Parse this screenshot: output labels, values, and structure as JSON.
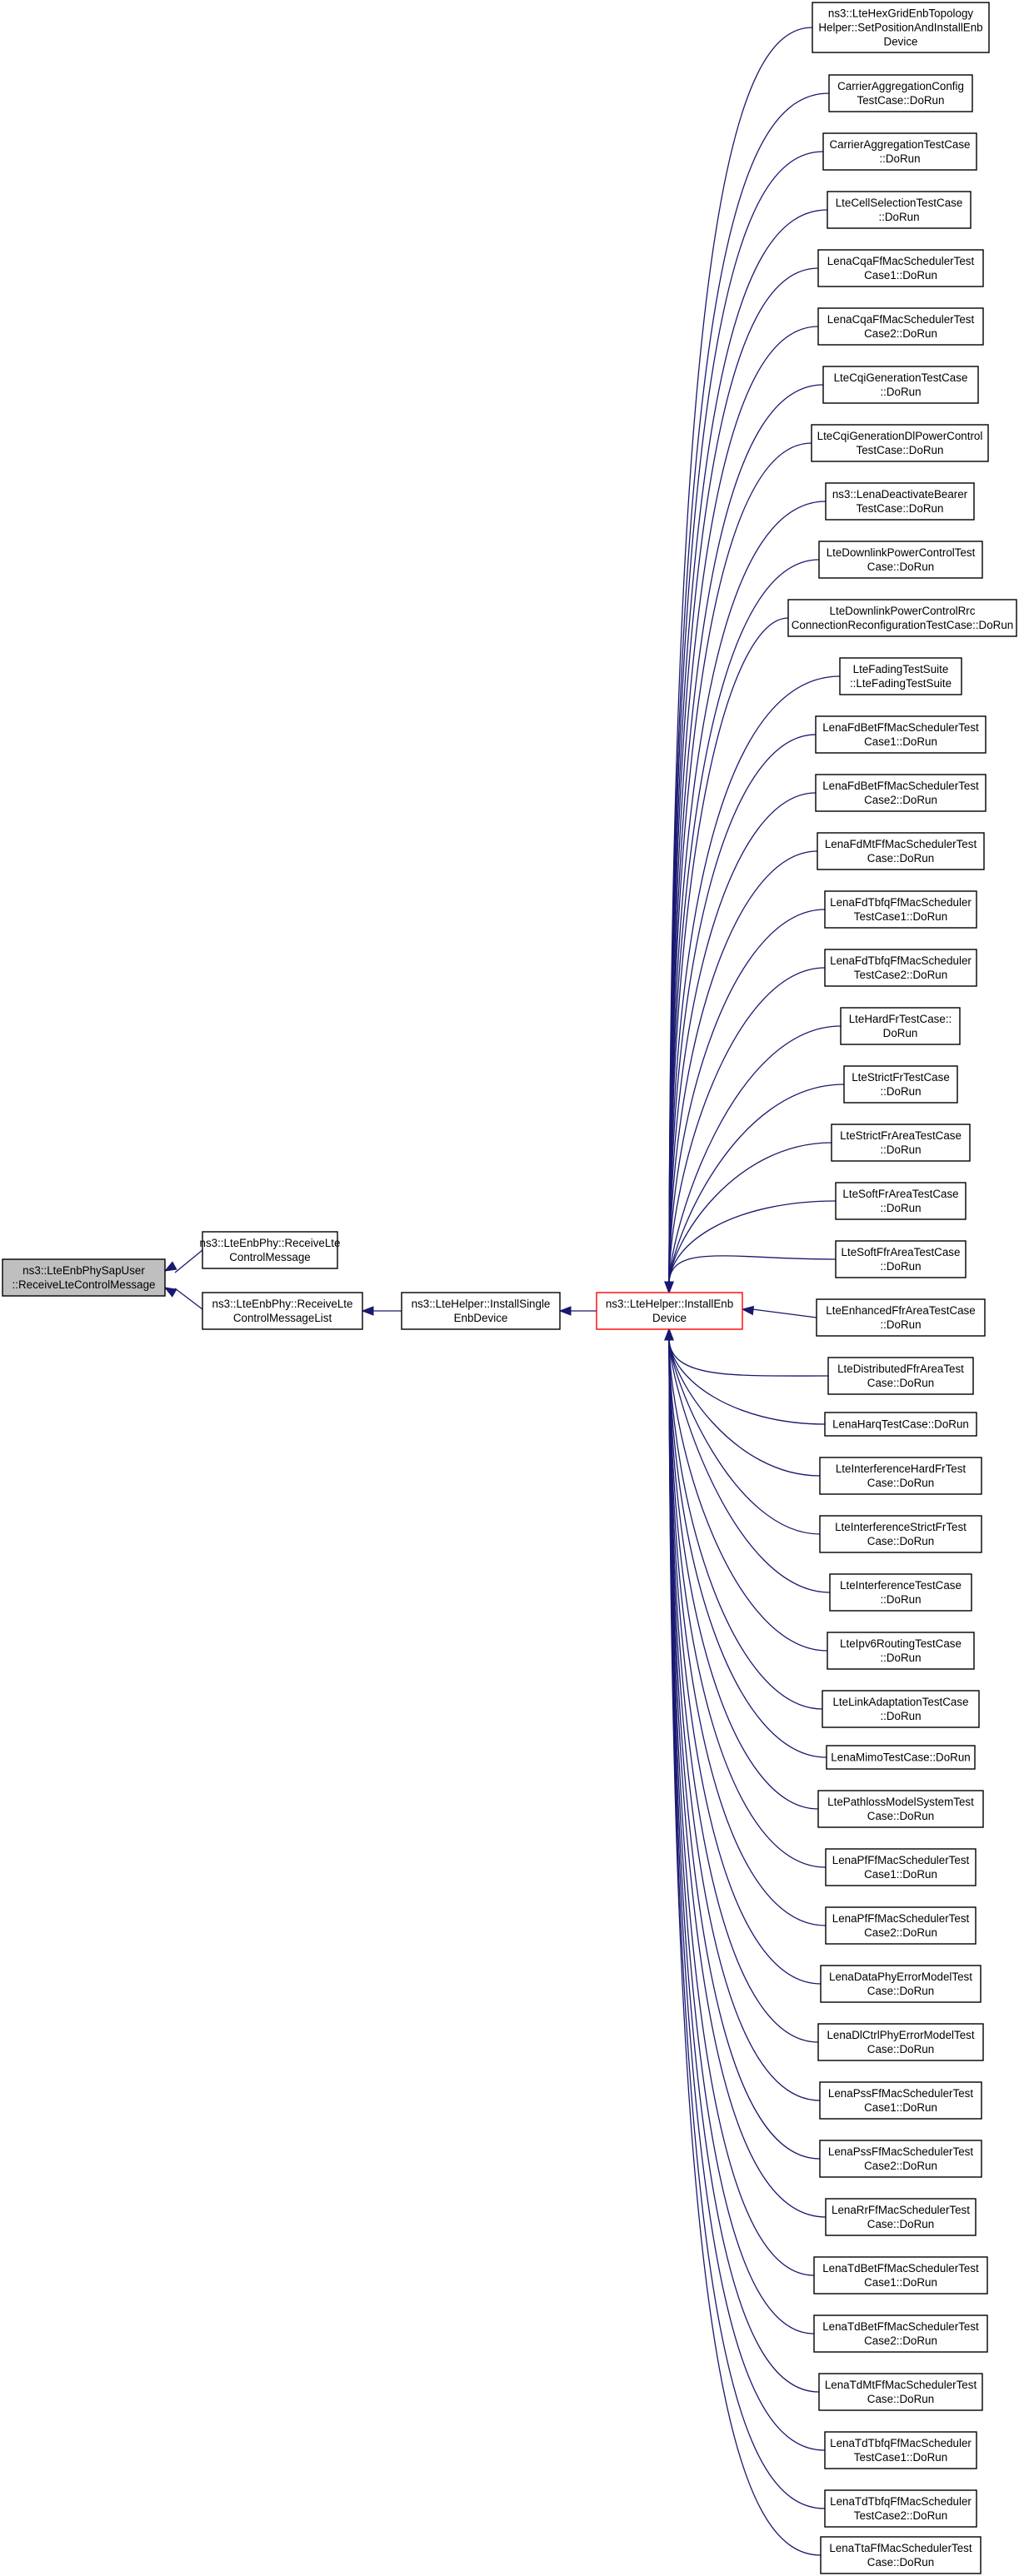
{
  "nodes": {
    "root": [
      "ns3::LteEnbPhySapUser",
      "::ReceiveLteControlMessage"
    ],
    "rx_msg": [
      "ns3::LteEnbPhy::ReceiveLte",
      "ControlMessage"
    ],
    "rx_msg_list": [
      "ns3::LteEnbPhy::ReceiveLte",
      "ControlMessageList"
    ],
    "install_single": [
      "ns3::LteHelper::InstallSingle",
      "EnbDevice"
    ],
    "install_enb": [
      "ns3::LteHelper::InstallEnb",
      "Device"
    ],
    "callers": [
      [
        "ns3::LteHexGridEnbTopology",
        "Helper::SetPositionAndInstallEnb",
        "Device"
      ],
      [
        "CarrierAggregationConfig",
        "TestCase::DoRun"
      ],
      [
        "CarrierAggregationTestCase",
        "::DoRun"
      ],
      [
        "LteCellSelectionTestCase",
        "::DoRun"
      ],
      [
        "LenaCqaFfMacSchedulerTest",
        "Case1::DoRun"
      ],
      [
        "LenaCqaFfMacSchedulerTest",
        "Case2::DoRun"
      ],
      [
        "LteCqiGenerationTestCase",
        "::DoRun"
      ],
      [
        "LteCqiGenerationDlPowerControl",
        "TestCase::DoRun"
      ],
      [
        "ns3::LenaDeactivateBearer",
        "TestCase::DoRun"
      ],
      [
        "LteDownlinkPowerControlTest",
        "Case::DoRun"
      ],
      [
        "LteDownlinkPowerControlRrc",
        "ConnectionReconfigurationTestCase::DoRun"
      ],
      [
        "LteFadingTestSuite",
        "::LteFadingTestSuite"
      ],
      [
        "LenaFdBetFfMacSchedulerTest",
        "Case1::DoRun"
      ],
      [
        "LenaFdBetFfMacSchedulerTest",
        "Case2::DoRun"
      ],
      [
        "LenaFdMtFfMacSchedulerTest",
        "Case::DoRun"
      ],
      [
        "LenaFdTbfqFfMacScheduler",
        "TestCase1::DoRun"
      ],
      [
        "LenaFdTbfqFfMacScheduler",
        "TestCase2::DoRun"
      ],
      [
        "LteHardFrTestCase::",
        "DoRun"
      ],
      [
        "LteStrictFrTestCase",
        "::DoRun"
      ],
      [
        "LteStrictFrAreaTestCase",
        "::DoRun"
      ],
      [
        "LteSoftFrAreaTestCase",
        "::DoRun"
      ],
      [
        "LteSoftFfrAreaTestCase",
        "::DoRun"
      ],
      [
        "LteEnhancedFfrAreaTestCase",
        "::DoRun"
      ],
      [
        "LteDistributedFfrAreaTest",
        "Case::DoRun"
      ],
      [
        "LenaHarqTestCase::DoRun"
      ],
      [
        "LteInterferenceHardFrTest",
        "Case::DoRun"
      ],
      [
        "LteInterferenceStrictFrTest",
        "Case::DoRun"
      ],
      [
        "LteInterferenceTestCase",
        "::DoRun"
      ],
      [
        "LteIpv6RoutingTestCase",
        "::DoRun"
      ],
      [
        "LteLinkAdaptationTestCase",
        "::DoRun"
      ],
      [
        "LenaMimoTestCase::DoRun"
      ],
      [
        "LtePathlossModelSystemTest",
        "Case::DoRun"
      ],
      [
        "LenaPfFfMacSchedulerTest",
        "Case1::DoRun"
      ],
      [
        "LenaPfFfMacSchedulerTest",
        "Case2::DoRun"
      ],
      [
        "LenaDataPhyErrorModelTest",
        "Case::DoRun"
      ],
      [
        "LenaDlCtrlPhyErrorModelTest",
        "Case::DoRun"
      ],
      [
        "LenaPssFfMacSchedulerTest",
        "Case1::DoRun"
      ],
      [
        "LenaPssFfMacSchedulerTest",
        "Case2::DoRun"
      ],
      [
        "LenaRrFfMacSchedulerTest",
        "Case::DoRun"
      ],
      [
        "LenaTdBetFfMacSchedulerTest",
        "Case1::DoRun"
      ],
      [
        "LenaTdBetFfMacSchedulerTest",
        "Case2::DoRun"
      ],
      [
        "LenaTdMtFfMacSchedulerTest",
        "Case::DoRun"
      ],
      [
        "LenaTdTbfqFfMacScheduler",
        "TestCase1::DoRun"
      ],
      [
        "LenaTdTbfqFfMacScheduler",
        "TestCase2::DoRun"
      ],
      [
        "LenaTtaFfMacSchedulerTest",
        "Case::DoRun"
      ]
    ]
  }
}
